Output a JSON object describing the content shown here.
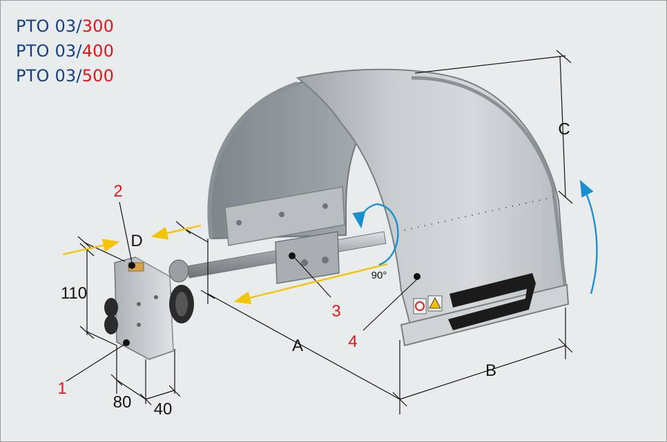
{
  "models": [
    {
      "prefix": "PTO 03/",
      "size": "300"
    },
    {
      "prefix": "PTO 03/",
      "size": "400"
    },
    {
      "prefix": "PTO 03/",
      "size": "500"
    }
  ],
  "dimensions": {
    "a": "A",
    "b": "B",
    "c": "C",
    "d": "D",
    "height": "110",
    "width_80": "80",
    "width_40": "40",
    "angle": "90°"
  },
  "callouts": [
    "1",
    "2",
    "3",
    "4"
  ],
  "colors": {
    "model_prefix": "#163f87",
    "model_size": "#e0161c",
    "callout": "#e0161c",
    "yellow_arrow": "#f5c400",
    "blue_arrow": "#1a8fd0"
  }
}
